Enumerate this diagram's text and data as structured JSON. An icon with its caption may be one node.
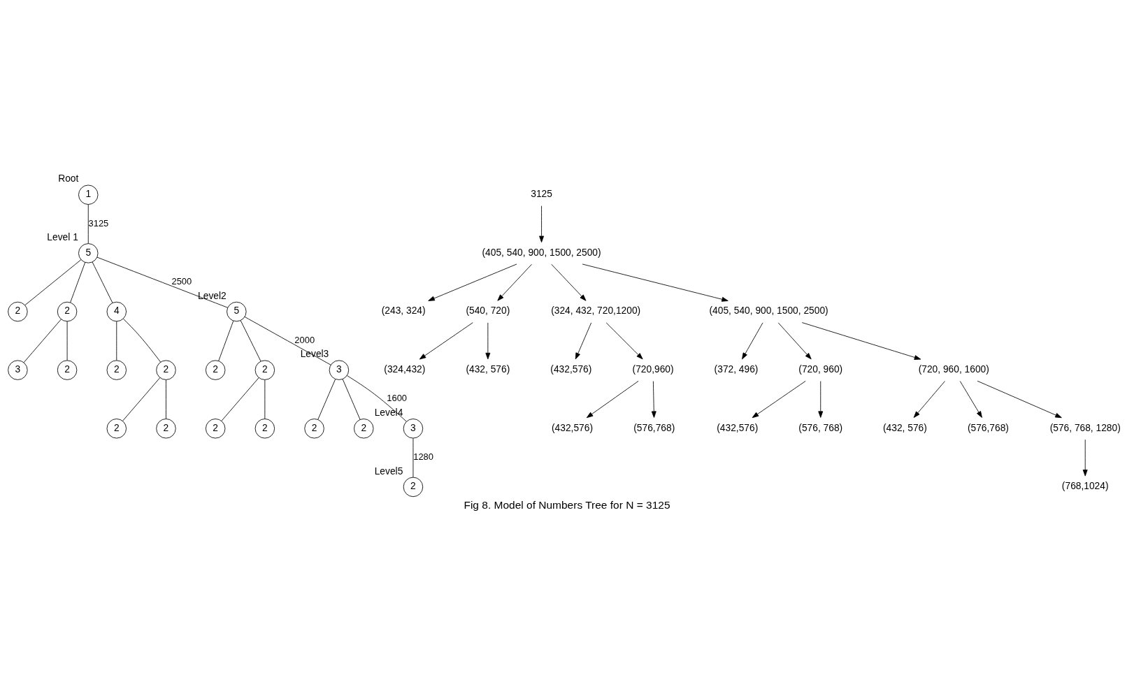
{
  "diagram": {
    "caption": "Fig 8. Model of Numbers Tree for N = 3125",
    "nodes": [
      {
        "text": [
          "1"
        ],
        "beside": [
          "Root"
        ]
      },
      {
        "text": [
          "5"
        ],
        "beside": [
          "Level 1"
        ]
      },
      {
        "text": [
          "2"
        ]
      },
      {
        "text": [
          "2"
        ]
      },
      {
        "text": [
          "4"
        ]
      },
      {
        "text": [
          "5"
        ],
        "beside": [
          "Level2"
        ]
      },
      {
        "text": [
          "3"
        ]
      },
      {
        "text": [
          "2"
        ]
      },
      {
        "text": [
          "2"
        ]
      },
      {
        "text": [
          "2"
        ]
      },
      {
        "text": [
          "2"
        ]
      },
      {
        "text": [
          "2"
        ]
      },
      {
        "text": [
          "2"
        ]
      },
      {
        "text": [
          "2"
        ]
      },
      {
        "text": [
          "3"
        ],
        "beside": [
          "Level3"
        ]
      },
      {
        "text": [
          "2"
        ]
      },
      {
        "text": [
          "2"
        ]
      },
      {
        "text": [
          "2"
        ]
      },
      {
        "text": [
          "2"
        ]
      },
      {
        "text": [
          "3"
        ],
        "beside": [
          "Level4"
        ]
      },
      {
        "text": [
          "2"
        ],
        "beside": [
          "Level5"
        ]
      },
      {
        "text": [
          "3125"
        ]
      },
      {
        "text": [
          "(405, 540, 900, 1500, 2500)"
        ]
      },
      {
        "text": [
          "(243, 324)"
        ]
      },
      {
        "text": [
          "(540, 720)"
        ]
      },
      {
        "text": [
          "(324, 432, 720,1200)"
        ]
      },
      {
        "text": [
          "(405, 540, 900, 1500, 2500)"
        ]
      },
      {
        "text": [
          "(324,432)"
        ]
      },
      {
        "text": [
          "(432, 576)"
        ]
      },
      {
        "text": [
          "(432,576)"
        ]
      },
      {
        "text": [
          "(720,960)"
        ]
      },
      {
        "text": [
          "(372, 496)"
        ]
      },
      {
        "text": [
          "(720, 960)"
        ]
      },
      {
        "text": [
          "(720, 960, 1600)"
        ]
      },
      {
        "text": [
          "(432,576)"
        ]
      },
      {
        "text": [
          "(576,768)"
        ]
      },
      {
        "text": [
          "(432,576)"
        ]
      },
      {
        "text": [
          "(576, 768)"
        ]
      },
      {
        "text": [
          "(432, 576)"
        ]
      },
      {
        "text": [
          "(576,768)"
        ]
      },
      {
        "text": [
          "(576, 768, 1280)"
        ]
      },
      {
        "text": [
          "(768,1024)"
        ]
      }
    ],
    "edges": [
      {
        "from": 0,
        "to": 1,
        "arrow": "none",
        "label": "3125"
      },
      {
        "from": 1,
        "to": 2,
        "arrow": "none"
      },
      {
        "from": 1,
        "to": 3,
        "arrow": "none"
      },
      {
        "from": 1,
        "to": 4,
        "arrow": "none"
      },
      {
        "from": 1,
        "to": 5,
        "arrow": "none",
        "label": "2500"
      },
      {
        "from": 3,
        "to": 6,
        "arrow": "none"
      },
      {
        "from": 3,
        "to": 7,
        "arrow": "none"
      },
      {
        "from": 4,
        "to": 8,
        "arrow": "none"
      },
      {
        "from": 4,
        "to": 9,
        "arrow": "none"
      },
      {
        "from": 9,
        "to": 10,
        "arrow": "none"
      },
      {
        "from": 9,
        "to": 11,
        "arrow": "none"
      },
      {
        "from": 5,
        "to": 12,
        "arrow": "none"
      },
      {
        "from": 5,
        "to": 13,
        "arrow": "none"
      },
      {
        "from": 5,
        "to": 14,
        "arrow": "none",
        "label": "2000"
      },
      {
        "from": 13,
        "to": 15,
        "arrow": "none"
      },
      {
        "from": 13,
        "to": 16,
        "arrow": "none"
      },
      {
        "from": 14,
        "to": 17,
        "arrow": "none"
      },
      {
        "from": 14,
        "to": 18,
        "arrow": "none"
      },
      {
        "from": 14,
        "to": 19,
        "arrow": "none",
        "label": "1600"
      },
      {
        "from": 19,
        "to": 20,
        "arrow": "none",
        "label": "1280"
      },
      {
        "from": 21,
        "to": 22,
        "arrow": "to"
      },
      {
        "from": 22,
        "to": 23,
        "arrow": "to"
      },
      {
        "from": 22,
        "to": 24,
        "arrow": "to"
      },
      {
        "from": 22,
        "to": 25,
        "arrow": "to"
      },
      {
        "from": 22,
        "to": 26,
        "arrow": "to"
      },
      {
        "from": 24,
        "to": 27,
        "arrow": "to"
      },
      {
        "from": 24,
        "to": 28,
        "arrow": "to"
      },
      {
        "from": 25,
        "to": 29,
        "arrow": "to"
      },
      {
        "from": 25,
        "to": 30,
        "arrow": "to"
      },
      {
        "from": 26,
        "to": 31,
        "arrow": "to"
      },
      {
        "from": 26,
        "to": 32,
        "arrow": "to"
      },
      {
        "from": 26,
        "to": 33,
        "arrow": "to"
      },
      {
        "from": 30,
        "to": 34,
        "arrow": "to"
      },
      {
        "from": 30,
        "to": 35,
        "arrow": "to"
      },
      {
        "from": 32,
        "to": 36,
        "arrow": "to"
      },
      {
        "from": 32,
        "to": 37,
        "arrow": "to"
      },
      {
        "from": 33,
        "to": 38,
        "arrow": "to"
      },
      {
        "from": 33,
        "to": 39,
        "arrow": "to"
      },
      {
        "from": 33,
        "to": 40,
        "arrow": "to"
      },
      {
        "from": 40,
        "to": 41,
        "arrow": "to"
      }
    ]
  }
}
